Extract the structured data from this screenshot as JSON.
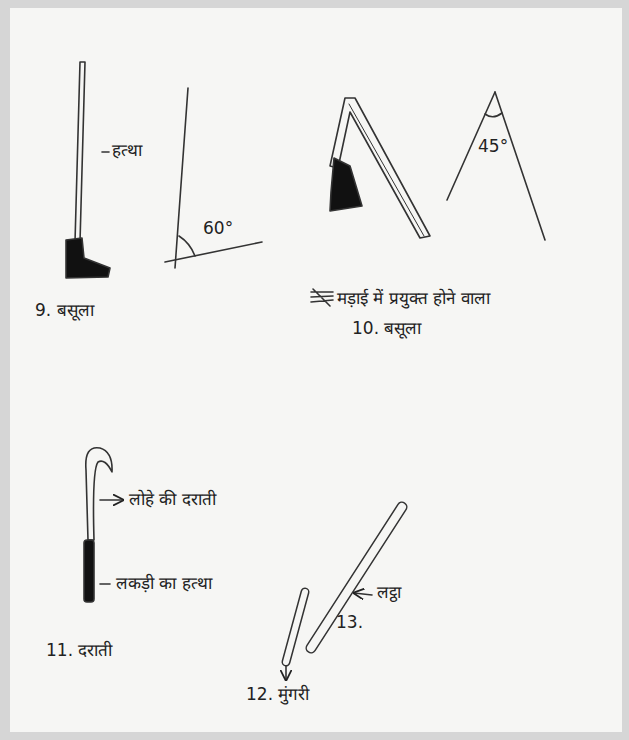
{
  "diagram": {
    "labels": [
      "हत्था",
      "60°",
      "9. बसूला",
      "45°",
      "मड़ाई में प्रयुक्त होने वाला",
      "10. बसूला",
      "लोहे की दराती",
      "लकड़ी का हत्था",
      "11. दराती",
      "लट्ठा",
      "13.",
      "12. मुंगरी"
    ]
  }
}
